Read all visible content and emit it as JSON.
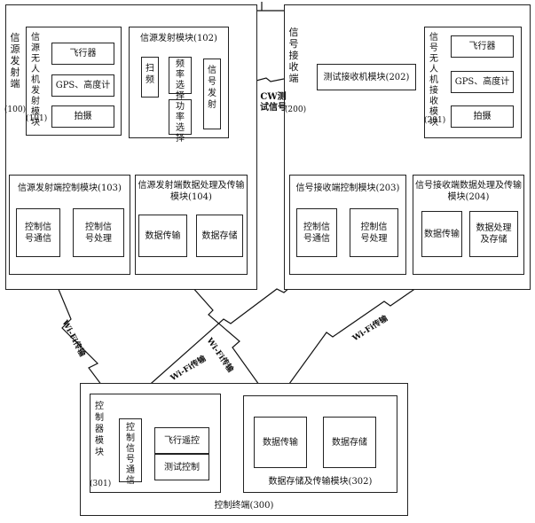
{
  "source_terminal": {
    "label": "信源发射端",
    "id": "(100)",
    "uav_module": {
      "label": "信源无人机发射模块",
      "id": "(101)",
      "items": [
        "飞行器",
        "GPS、高度计",
        "拍摄"
      ]
    },
    "transmit_module": {
      "title": "信源发射模块(102)",
      "scan": "扫频",
      "freq": "频率选择",
      "power": "功率选择",
      "signal": "信号发射"
    },
    "control_module": {
      "title": "信源发射端控制模块(103)",
      "comm": "控制信号通信",
      "proc": "控制信号处理"
    },
    "data_module": {
      "title": "信源发射端数据处理及传输模块(104)",
      "transfer": "数据传输",
      "storage": "数据存储"
    }
  },
  "receiver_terminal": {
    "label": "信号接收端",
    "id": "(200)",
    "test_module": "测试接收机模块(202)",
    "uav_module": {
      "label": "信号无人机接收模块",
      "id": "(201)",
      "items": [
        "飞行器",
        "GPS、高度计",
        "拍摄"
      ]
    },
    "control_module": {
      "title": "信号接收端控制模块(203)",
      "comm": "控制信号通信",
      "proc": "控制信号处理"
    },
    "data_module": {
      "title": "信号接收端数据处理及传输模块(204)",
      "transfer": "数据传输",
      "process_store": "数据处理及存储"
    }
  },
  "cw_label": "CW测试信号",
  "wifi_labels": [
    "Wi-Fi传输",
    "Wi-Fi传输",
    "Wi-Fi传输",
    "Wi-Fi传输"
  ],
  "control_terminal": {
    "label": "控制终端(300)",
    "controller": {
      "label": "控制器模块",
      "id": "(301)",
      "comm": "控制信号通信",
      "flight": "飞行遥控",
      "test": "测试控制"
    },
    "data_module": {
      "title": "数据存储及传输模块(302)",
      "transfer": "数据传输",
      "storage": "数据存储"
    }
  }
}
